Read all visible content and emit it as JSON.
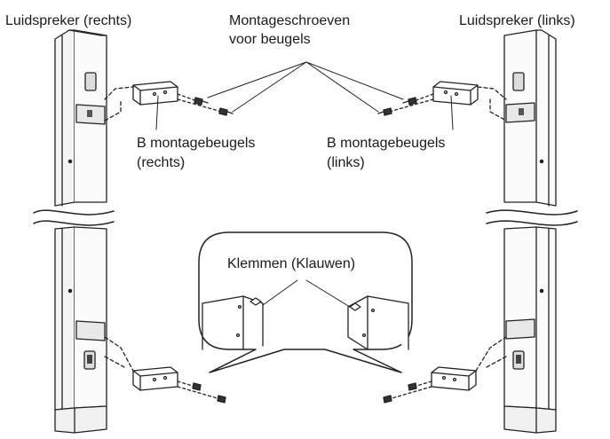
{
  "labels": {
    "speaker_right": "Luidspreker (rechts)",
    "speaker_left": "Luidspreker (links)",
    "screws_line1": "Montageschroeven",
    "screws_line2": "voor beugels",
    "bracket_right_line1": "B montagebeugels",
    "bracket_right_line2": "(rechts)",
    "bracket_left_line1": "B montagebeugels",
    "bracket_left_line2": "(links)",
    "clamps": "Klemmen (Klauwen)"
  }
}
